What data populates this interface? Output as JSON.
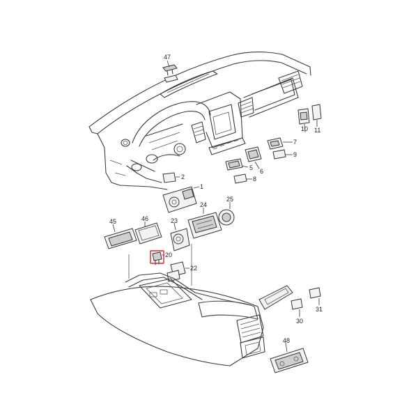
{
  "colors": {
    "line": "#3a3a3a",
    "highlight": "#e02020",
    "background": "#ffffff"
  },
  "callouts": [
    {
      "id": "47",
      "label": "47"
    },
    {
      "id": "10",
      "label": "10"
    },
    {
      "id": "11",
      "label": "11"
    },
    {
      "id": "7",
      "label": "7"
    },
    {
      "id": "9",
      "label": "9"
    },
    {
      "id": "5",
      "label": "5"
    },
    {
      "id": "6",
      "label": "6"
    },
    {
      "id": "8",
      "label": "8"
    },
    {
      "id": "2",
      "label": "2"
    },
    {
      "id": "1",
      "label": "1"
    },
    {
      "id": "24",
      "label": "24"
    },
    {
      "id": "25",
      "label": "25"
    },
    {
      "id": "45",
      "label": "45"
    },
    {
      "id": "46",
      "label": "46"
    },
    {
      "id": "23",
      "label": "23"
    },
    {
      "id": "20",
      "label": "20"
    },
    {
      "id": "22",
      "label": "22"
    },
    {
      "id": "31",
      "label": "31"
    },
    {
      "id": "30",
      "label": "30"
    },
    {
      "id": "48",
      "label": "48"
    }
  ],
  "highlighted_part": "20"
}
